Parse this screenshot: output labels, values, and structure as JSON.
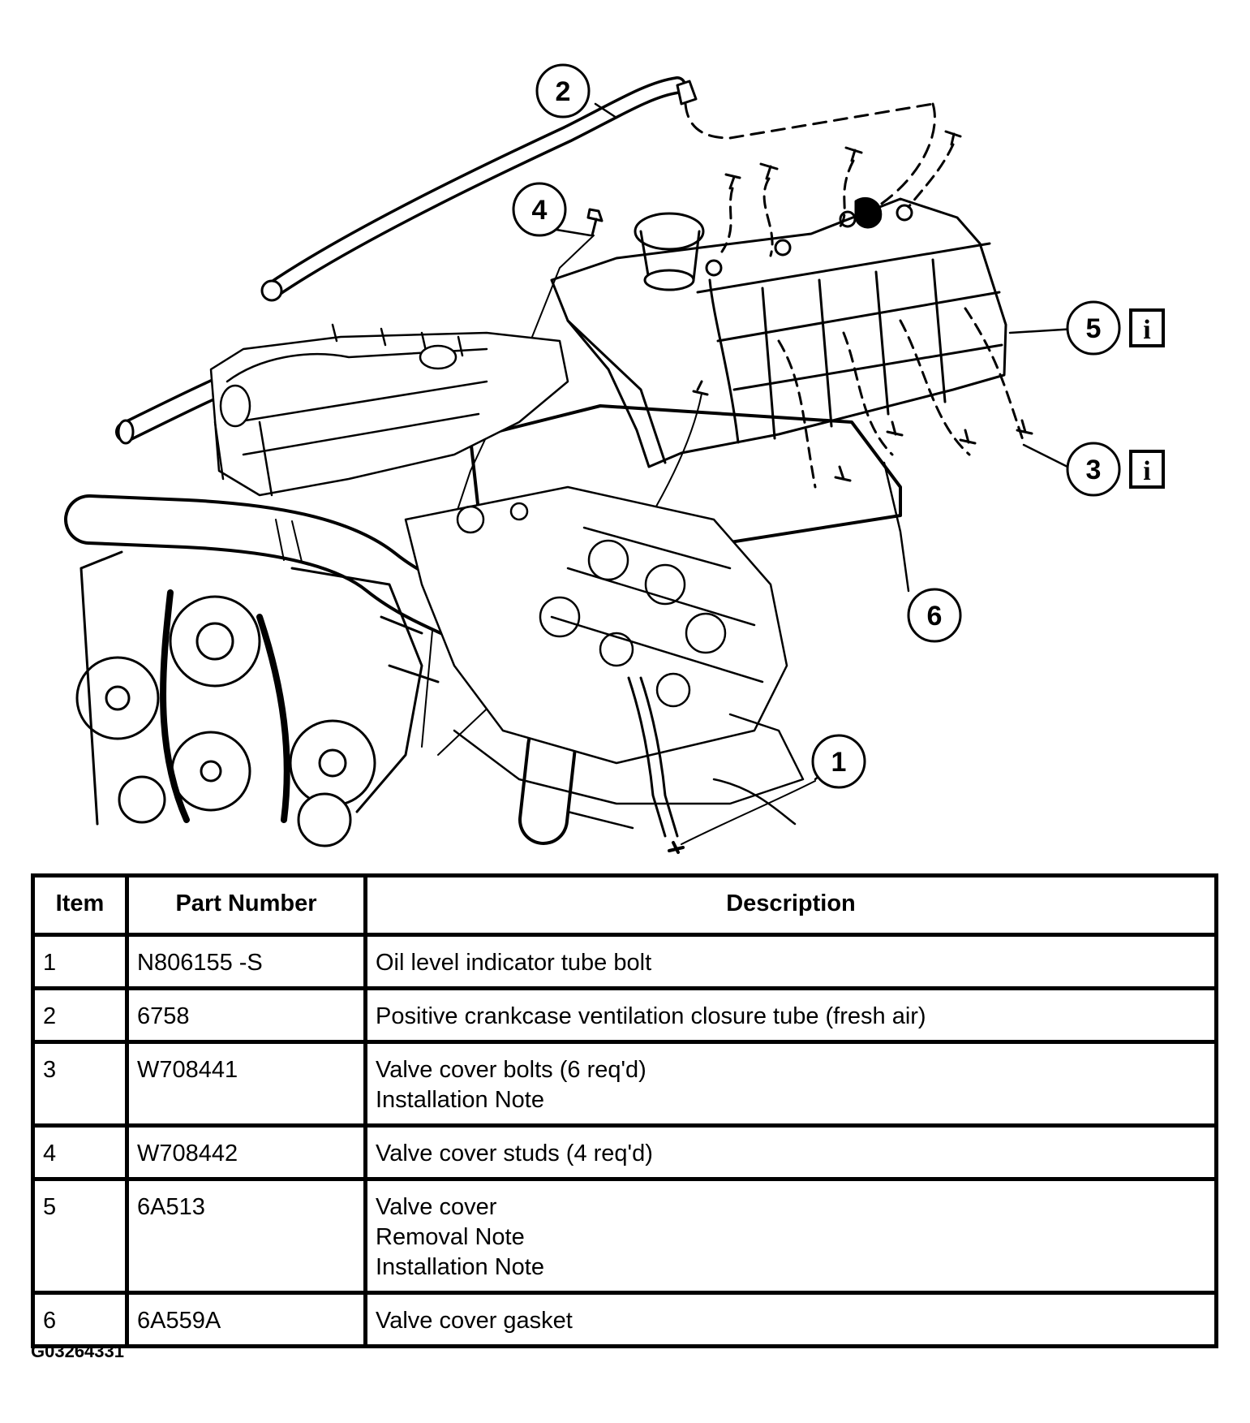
{
  "callouts": {
    "c1": "1",
    "c2": "2",
    "c3": "3",
    "c4": "4",
    "c5": "5",
    "c6": "6",
    "info_glyph": "i"
  },
  "table": {
    "headers": {
      "item": "Item",
      "part_number": "Part Number",
      "description": "Description"
    },
    "rows": [
      {
        "item": "1",
        "part_number": "N806155 -S",
        "description": [
          "Oil level indicator tube bolt"
        ]
      },
      {
        "item": "2",
        "part_number": "6758",
        "description": [
          "Positive crankcase ventilation closure tube (fresh air)"
        ]
      },
      {
        "item": "3",
        "part_number": "W708441",
        "description": [
          "Valve cover bolts (6 req'd)",
          "Installation Note"
        ]
      },
      {
        "item": "4",
        "part_number": "W708442",
        "description": [
          "Valve cover studs (4 req'd)"
        ]
      },
      {
        "item": "5",
        "part_number": "6A513",
        "description": [
          "Valve cover",
          "Removal Note",
          "Installation Note"
        ]
      },
      {
        "item": "6",
        "part_number": "6A559A",
        "description": [
          "Valve cover gasket"
        ]
      }
    ]
  },
  "figure_id": "G03264331"
}
